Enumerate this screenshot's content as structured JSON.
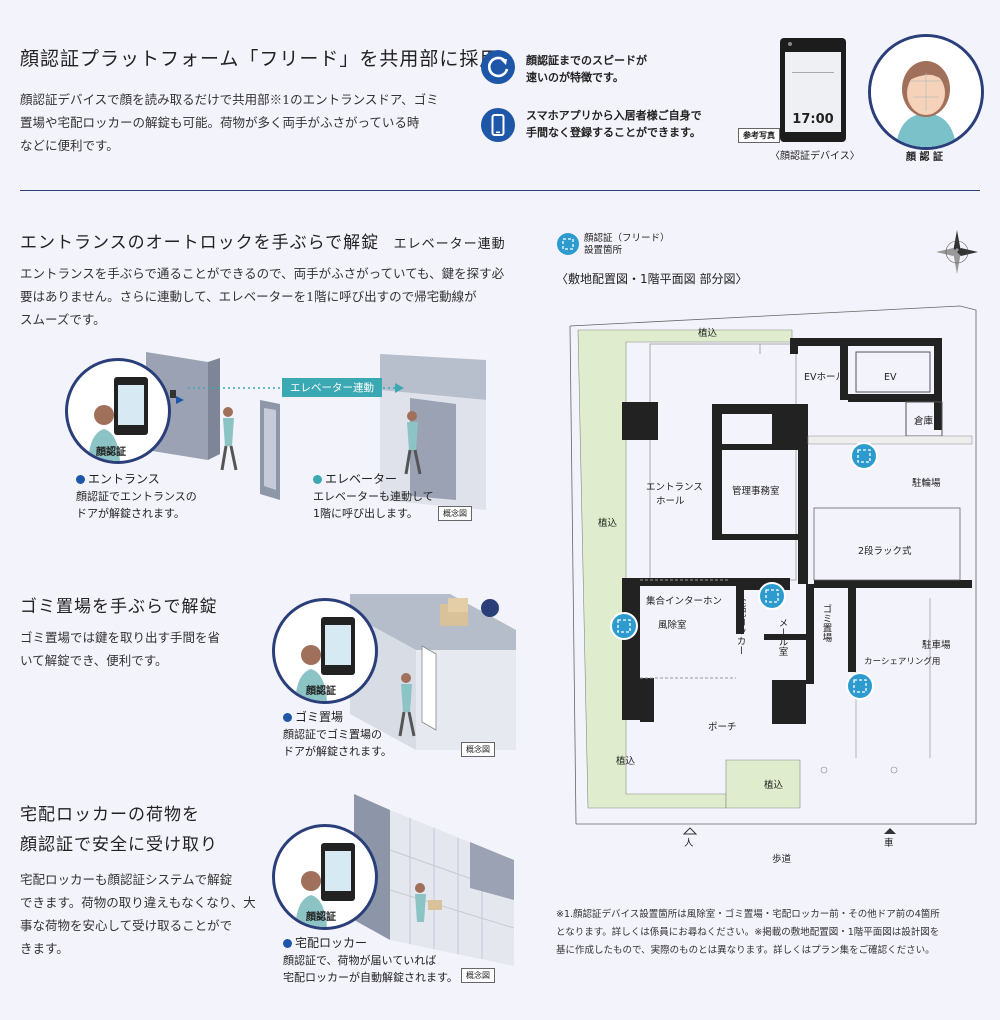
{
  "header": {
    "title": "顔認証プラットフォーム「フリード」を共用部に採用",
    "desc_lines": [
      "顔認証デバイスで顔を読み取るだけで共用部※1のエントランスドア、ゴミ",
      "置場や宅配ロッカーの解錠も可能。荷物が多く両手がふさがっている時",
      "などに便利です。"
    ],
    "feature1_lines": [
      "顔認証までのスピードが",
      "速いのが特徴です。"
    ],
    "feature2_lines": [
      "スマホアプリから入居者様ご自身で",
      "手間なく登録することができます。"
    ],
    "sample_badge": "参考写真",
    "device_time": "17:00",
    "device_caption": "〈顔認証デバイス〉",
    "face_caption": "顔 認 証"
  },
  "entrance": {
    "title_main": "エントランスのオートロックを手ぶらで解錠",
    "title_sub": "エレベーター連動",
    "desc_lines": [
      "エントランスを手ぶらで通ることができるので、両手がふさがっていても、鍵を探す必",
      "要はありません。さらに連動して、エレベーターを1階に呼び出すので帰宅動線が",
      "スムーズです。"
    ],
    "banner": "エレベーター連動",
    "face_label": "顔認証",
    "left_title": "エントランス",
    "left_lines": [
      "顔認証でエントランスの",
      "ドアが解錠されます。"
    ],
    "right_title": "エレベーター",
    "right_lines": [
      "エレベーターも連動して",
      "1階に呼び出します。"
    ],
    "badge": "概念図"
  },
  "garbage": {
    "title": "ゴミ置場を手ぶらで解錠",
    "desc_lines": [
      "ゴミ置場では鍵を取り出す手間を省",
      "いて解錠でき、便利です。"
    ],
    "face_label": "顔認証",
    "caption_title": "ゴミ置場",
    "caption_lines": [
      "顔認証でゴミ置場の",
      "ドアが解錠されます。"
    ],
    "badge": "概念図"
  },
  "locker": {
    "title_lines": [
      "宅配ロッカーの荷物を",
      "顔認証で安全に受け取り"
    ],
    "desc_lines": [
      "宅配ロッカーも顔認証システムで解錠",
      "できます。荷物の取り違えもなくなり、大",
      "事な荷物を安心して受け取ることがで",
      "きます。"
    ],
    "face_label": "顔認証",
    "caption_title": "宅配ロッカー",
    "caption_lines": [
      "顔認証で、荷物が届いていれば",
      "宅配ロッカーが自動解錠されます。"
    ],
    "badge": "概念図"
  },
  "map": {
    "legend_lines": [
      "顔認証（フリード）",
      "設置箇所"
    ],
    "title": "〈敷地配置図・1階平面図 部分図〉",
    "labels": {
      "planting": "植込",
      "ev_hall": "EVホール",
      "ev": "EV",
      "storage": "倉庫",
      "bicycle": "駐輪場",
      "entrance_hall_1": "エントランス",
      "entrance_hall_2": "ホール",
      "office": "管理事務室",
      "rack": "2段ラック式",
      "intercom": "集合インターホン",
      "windbreak": "風除室",
      "delivery": "宅配ロッカー",
      "mail": "メール室",
      "garbage": "ゴミ置場",
      "parking": "駐車場",
      "carshare": "カーシェアリング用",
      "porch": "ポーチ",
      "person": "人",
      "car": "車",
      "walkway": "歩道"
    }
  },
  "footnote_lines": [
    "※1.顔認証デバイス設置箇所は風除室・ゴミ置場・宅配ロッカー前・その他ドア前の4箇所",
    "となります。詳しくは係員にお尋ねください。※掲載の敷地配置図・1階平面図は設計図を",
    "基に作成したもので、実際のものとは異なります。詳しくはプラン集をご確認ください。"
  ],
  "colors": {
    "accent": "#1e56a8",
    "navy": "#2a3f7a",
    "teal": "#3aa9b3",
    "planting": "#dfeccd"
  }
}
